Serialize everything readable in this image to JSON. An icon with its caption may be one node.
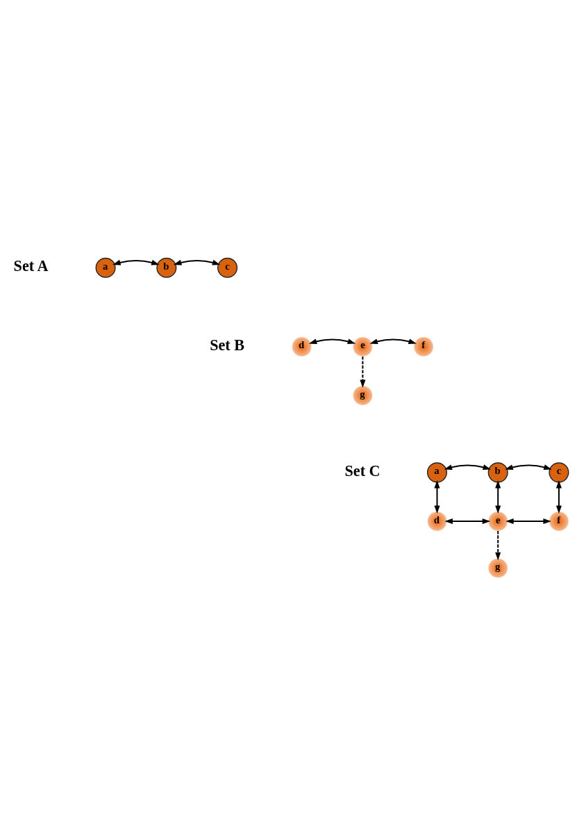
{
  "diagram": {
    "nodes": [
      {
        "text": [
          "a"
        ]
      },
      {
        "text": [
          "b"
        ]
      },
      {
        "text": [
          "c"
        ]
      },
      {
        "text": [
          "d"
        ]
      },
      {
        "text": [
          "e"
        ]
      },
      {
        "text": [
          "f"
        ]
      },
      {
        "text": [
          "g"
        ]
      },
      {
        "text": [
          "a"
        ]
      },
      {
        "text": [
          "b"
        ]
      },
      {
        "text": [
          "c"
        ]
      },
      {
        "text": [
          "d"
        ]
      },
      {
        "text": [
          "e"
        ]
      },
      {
        "text": [
          "f"
        ]
      },
      {
        "text": [
          "g"
        ]
      }
    ],
    "edges": [
      {
        "from": 0,
        "to": 1,
        "arrow": "both"
      },
      {
        "from": 1,
        "to": 2,
        "arrow": "both"
      },
      {
        "from": 3,
        "to": 4,
        "arrow": "both"
      },
      {
        "from": 4,
        "to": 5,
        "arrow": "both"
      },
      {
        "from": 4,
        "to": 6,
        "arrow": "to",
        "style": "dashed"
      },
      {
        "from": 7,
        "to": 8,
        "arrow": "both"
      },
      {
        "from": 8,
        "to": 9,
        "arrow": "both"
      },
      {
        "from": 7,
        "to": 10,
        "arrow": "both"
      },
      {
        "from": 8,
        "to": 11,
        "arrow": "both"
      },
      {
        "from": 9,
        "to": 12,
        "arrow": "both"
      },
      {
        "from": 10,
        "to": 11,
        "arrow": "both"
      },
      {
        "from": 11,
        "to": 12,
        "arrow": "both"
      },
      {
        "from": 11,
        "to": 13,
        "arrow": "to",
        "style": "dashed"
      }
    ],
    "labels": [
      "Set A",
      "Set B",
      "Set C"
    ]
  }
}
